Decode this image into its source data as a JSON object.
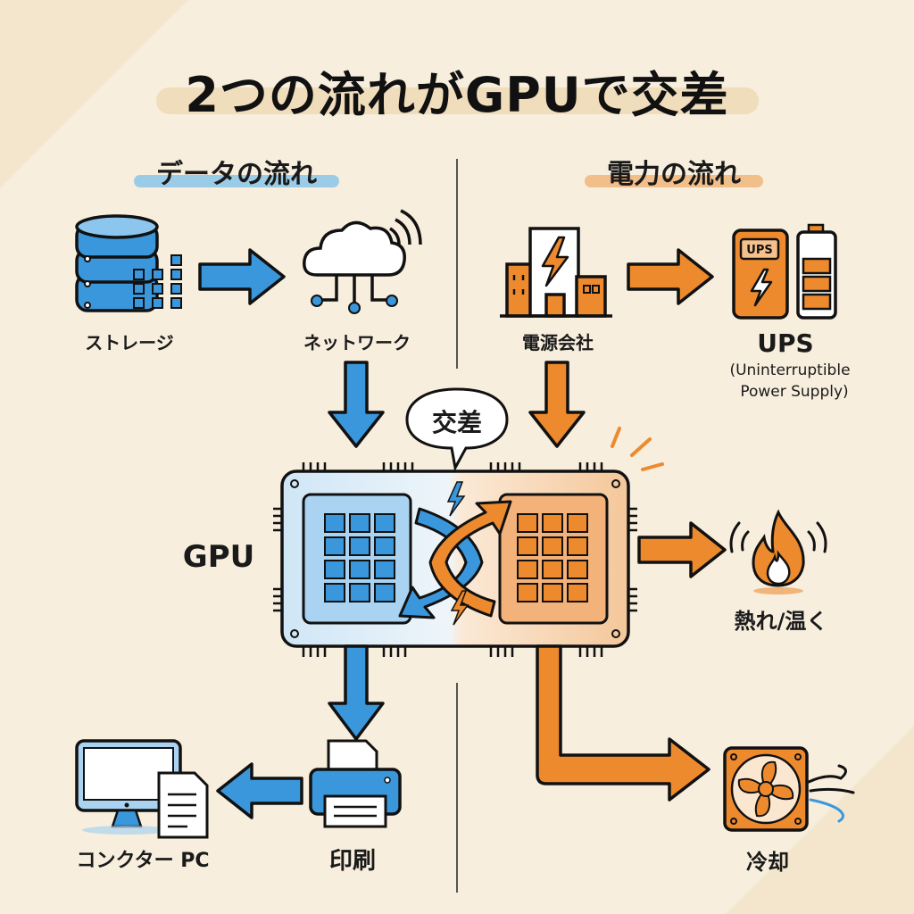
{
  "title": "2つの流れがGPUで交差",
  "colors": {
    "data": "#3a97dc",
    "power": "#ee8a2e",
    "background": "#f7eedd",
    "ink": "#111111"
  },
  "data_flow": {
    "heading": "データの流れ",
    "nodes": [
      {
        "id": "storage",
        "label": "ストレージ",
        "icon": "database-icon"
      },
      {
        "id": "network",
        "label": "ネットワーク",
        "icon": "cloud-network-icon"
      },
      {
        "id": "printer",
        "label": "印刷",
        "icon": "printer-icon"
      },
      {
        "id": "pc",
        "label": "コンクター PC",
        "icon": "computer-document-icon"
      }
    ]
  },
  "power_flow": {
    "heading": "電力の流れ",
    "nodes": [
      {
        "id": "utility",
        "label": "電源会社",
        "icon": "power-plant-icon"
      },
      {
        "id": "ups",
        "label": "UPS",
        "sublabel_line1": "(Uninterruptible",
        "sublabel_line2": "Power Supply)",
        "icon": "ups-battery-icon",
        "badge": "UPS"
      },
      {
        "id": "heat",
        "label": "熱れ/温く",
        "icon": "flame-icon"
      },
      {
        "id": "cooling",
        "label": "冷却",
        "icon": "fan-icon"
      }
    ]
  },
  "gpu": {
    "label": "GPU",
    "callout": "交差"
  }
}
